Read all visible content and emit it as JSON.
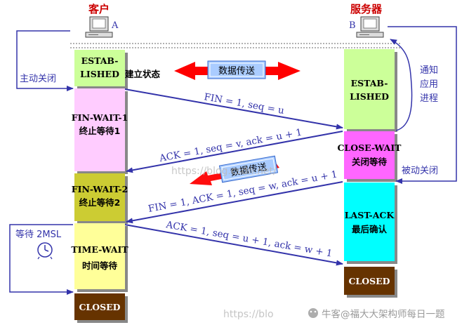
{
  "client": {
    "title": "客户",
    "host": "A"
  },
  "server": {
    "title": "服务器",
    "host": "B"
  },
  "client_states": [
    {
      "line1": "ESTAB-",
      "line2": "LISHED"
    },
    {
      "line1": "FIN-WAIT-1",
      "line2": "终止等待1"
    },
    {
      "line1": "FIN-WAIT-2",
      "line2": "终止等待2"
    },
    {
      "line1": "TIME-WAIT",
      "line2": "时间等待"
    },
    {
      "line1": "CLOSED",
      "line2": ""
    }
  ],
  "server_states": [
    {
      "line1": "ESTAB-",
      "line2": "LISHED"
    },
    {
      "line1": "CLOSE-WAIT",
      "line2": "关闭等待"
    },
    {
      "line1": "LAST-ACK",
      "line2": "最后确认"
    },
    {
      "line1": "CLOSED",
      "line2": ""
    }
  ],
  "established_label": "建立状态",
  "data_transfer_label": "数据传送",
  "data_transfer_label_2": "数据传送",
  "messages": [
    "FIN = 1, seq = u",
    "ACK = 1, seq = v, ack = u + 1",
    "FIN = 1, ACK = 1, seq = w, ack = u + 1",
    "ACK = 1, seq = u + 1, ack = w + 1"
  ],
  "side_labels": {
    "active_close": "主动关闭",
    "notify_app_1": "通知",
    "notify_app_2": "应用",
    "notify_app_3": "进程",
    "passive_close": "被动关闭",
    "wait_2msl": "等待 2MSL"
  },
  "watermarks": {
    "url1": "https://blog.csdn.net/",
    "url2": "https://blo",
    "author": "牛客@福大大架构师每日一题"
  },
  "colors": {
    "estab": "#ccff99",
    "fin_wait_1": "#ffccff",
    "fin_wait_2": "#cccc33",
    "time_wait": "#ffff99",
    "closed": "#663300",
    "close_wait": "#ff66ff",
    "last_ack": "#00ffff",
    "arrow_blue": "#3333aa",
    "red": "#ff0000",
    "title_red": "#cc0000"
  }
}
